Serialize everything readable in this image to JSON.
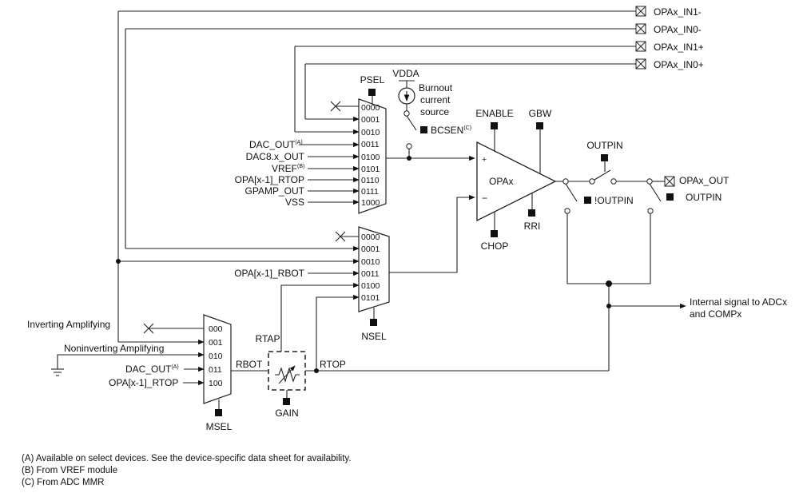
{
  "pins": {
    "in1_minus": "OPAx_IN1-",
    "in0_minus": "OPAx_IN0-",
    "in1_plus": "OPAx_IN1+",
    "in0_plus": "OPAx_IN0+",
    "out": "OPAx_OUT"
  },
  "psel": {
    "title": "PSEL",
    "codes": [
      "0000",
      "0001",
      "0010",
      "0011",
      "0100",
      "0101",
      "0110",
      "0111",
      "1000"
    ],
    "sources": {
      "dac_out": "DAC_OUT",
      "dac_out_sup": "(A)",
      "dac8": "DAC8.x_OUT",
      "vref": "VREF",
      "vref_sup": "(B)",
      "opa_rtop": "OPA[x-1]_RTOP",
      "gpamp": "GPAMP_OUT",
      "vss": "VSS"
    }
  },
  "nsel": {
    "title": "NSEL",
    "codes": [
      "0000",
      "0001",
      "0010",
      "0011",
      "0100",
      "0101"
    ],
    "sources": {
      "opa_rbot": "OPA[x-1]_RBOT"
    }
  },
  "msel": {
    "title": "MSEL",
    "codes": [
      "000",
      "001",
      "010",
      "011",
      "100"
    ],
    "sources": {
      "inverting": "Inverting Amplifying",
      "noninverting": "Noninverting Amplifying",
      "dac_out": "DAC_OUT",
      "dac_out_sup": "(A)",
      "opa_rtop": "OPA[x-1]_RTOP"
    }
  },
  "burnout": {
    "supply": "VDDA",
    "line1": "Burnout",
    "line2": "current",
    "line3": "source",
    "control": "BCSEN",
    "control_sup": "(C)"
  },
  "amp": {
    "name": "OPAx",
    "plus": "+",
    "minus": "−",
    "enable": "ENABLE",
    "gbw": "GBW",
    "chop": "CHOP",
    "rri": "RRI"
  },
  "output": {
    "outpin": "OUTPIN",
    "not_outpin": "!OUTPIN",
    "outpin_right": "OUTPIN",
    "internal_line1": "Internal signal to ADCx",
    "internal_line2": "and COMPx"
  },
  "ladder": {
    "rtap": "RTAP",
    "rbot": "RBOT",
    "rtop": "RTOP",
    "gain": "GAIN"
  },
  "notes": [
    "(A) Available on select devices. See the device-specific data sheet for availability.",
    "(B) From VREF module",
    "(C) From ADC MMR"
  ]
}
